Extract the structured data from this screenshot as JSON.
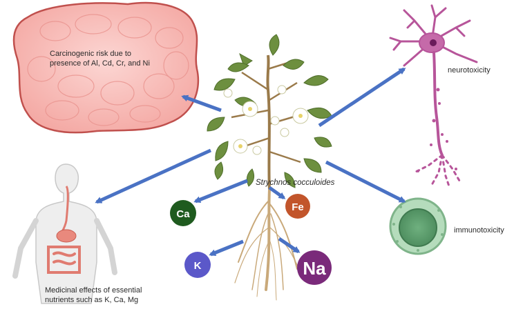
{
  "labels": {
    "carcinogenic": [
      "Carcinogenic risk due to",
      "presence of Al, Cd, Cr, and Ni"
    ],
    "neurotoxicity": "neurotoxicity",
    "immunotoxicity": "immunotoxicity",
    "plant": "Strychnos cocculoides",
    "medicinal": [
      "Medicinal effects of essential",
      "nutrients such as K, Ca, Mg"
    ]
  },
  "ions": {
    "ca": "Ca",
    "fe": "Fe",
    "k": "K",
    "na": "Na"
  },
  "colors": {
    "arrow": "#4a72c4",
    "liver": "#f6b8b4",
    "liver_edge": "#c0504d",
    "neuron": "#b7559a",
    "ca": "#1f5b1f",
    "fe": "#c2552b",
    "k": "#5b58c9",
    "na": "#7a2a7a",
    "cell": "#8fc49a",
    "leaf": "#6d8f3f",
    "root": "#c9a97a"
  },
  "icons": [
    "liver-tissue-icon",
    "neuron-icon",
    "immune-cell-icon",
    "human-body-icon",
    "plant-icon",
    "roots-icon"
  ]
}
